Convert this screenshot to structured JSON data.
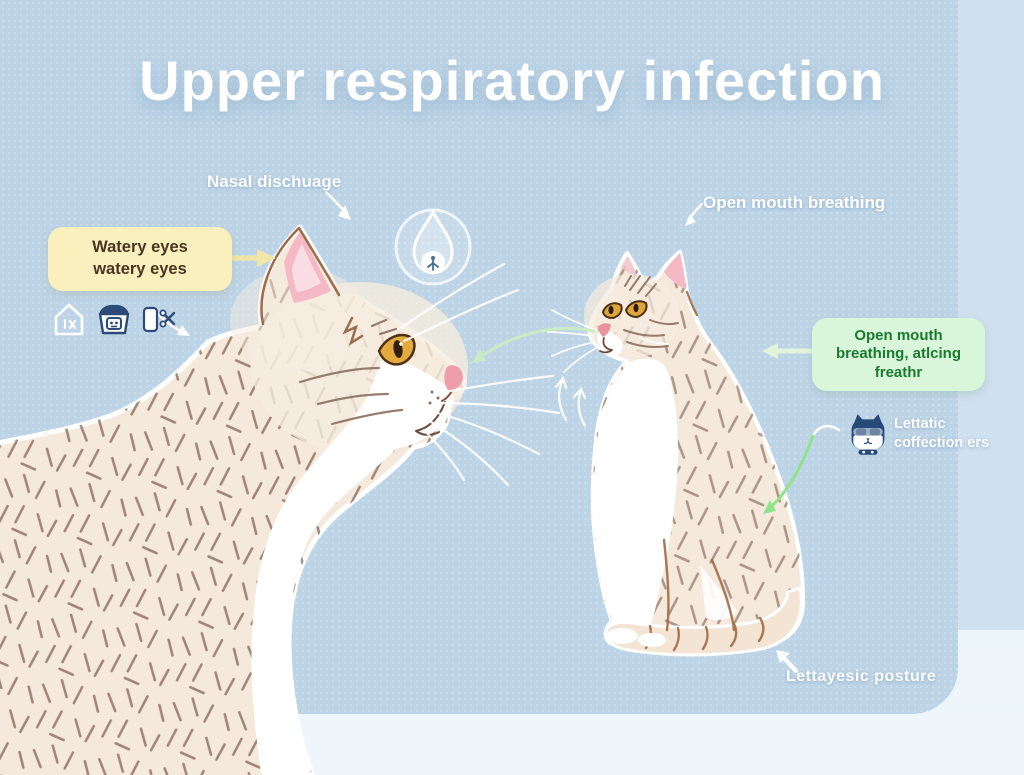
{
  "title": "Upper respiratory infection",
  "annotations": {
    "nasal_discharge": {
      "label": "Nasal dischuage"
    },
    "watery_eyes": {
      "line1": "Watery eyes",
      "line2": "watery eyes"
    },
    "open_mouth_top": {
      "label": "Open mouth breathing"
    },
    "open_mouth_box": {
      "line1": "Open mouth",
      "line2": "breathing, atlcing",
      "line3": "freathr"
    },
    "lethargic_badge": {
      "line1": "Lettatic",
      "line2": "coffection ers"
    },
    "posture": {
      "label": "Lettayesic posture"
    }
  },
  "icons": {
    "row": [
      "house-icon",
      "carrier-box-icon",
      "scissors-card-icon"
    ],
    "center_badge": "water-drop-icon",
    "cat_badge": "cat-face-icon"
  },
  "colors": {
    "panel_blue": "#bdd4e6",
    "right_strip_blue": "#cfe0ee",
    "floor_light": "#eaf3fa",
    "callout_yellow_bg": "#f9f0bd",
    "callout_yellow_text": "#4a3522",
    "callout_green_bg": "#d9f6da",
    "callout_green_text": "#1a7a2f",
    "arrow_green": "#8fe38b",
    "arrow_pale_green": "#c9ecc4",
    "arrow_pale_yellow": "#f1e6a6",
    "label_white": "#ffffff",
    "cat_cream": "#f5e9dc",
    "fur_stroke": "#8d7466",
    "icon_navy": "#2c4b78"
  }
}
